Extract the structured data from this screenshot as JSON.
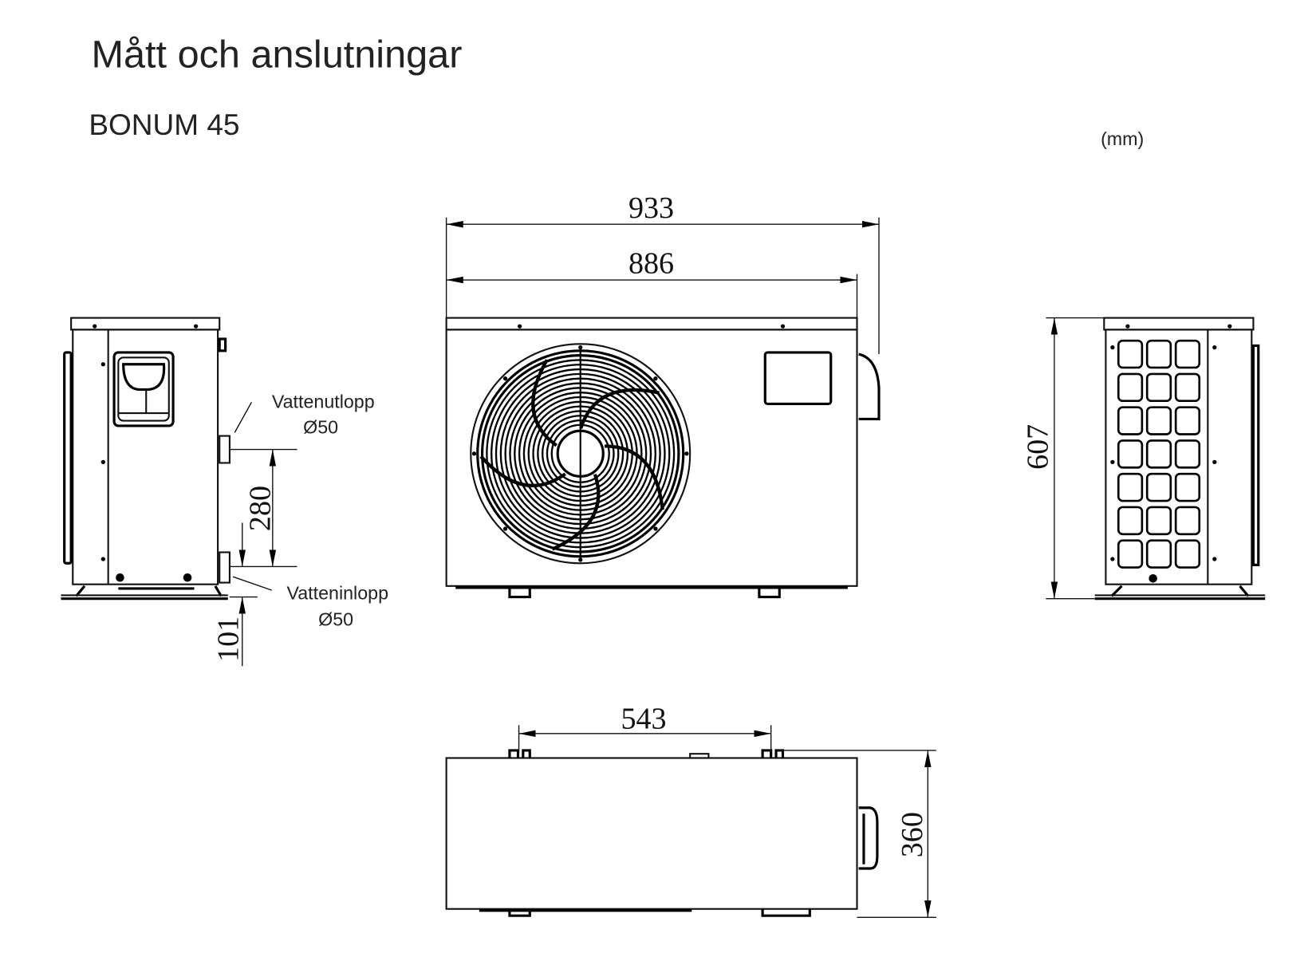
{
  "header": {
    "title": "Mått och anslutningar",
    "model": "BONUM 45",
    "unit": "(mm)"
  },
  "dimensions": {
    "width_total": "933",
    "width_body": "886",
    "height": "607",
    "depth": "360",
    "feet_spacing": "543",
    "connection_spacing": "280",
    "inlet_height": "101"
  },
  "connections": {
    "outlet_label": "Vattenutlopp",
    "outlet_size": "Ø50",
    "inlet_label": "Vatteninlopp",
    "inlet_size": "Ø50"
  }
}
